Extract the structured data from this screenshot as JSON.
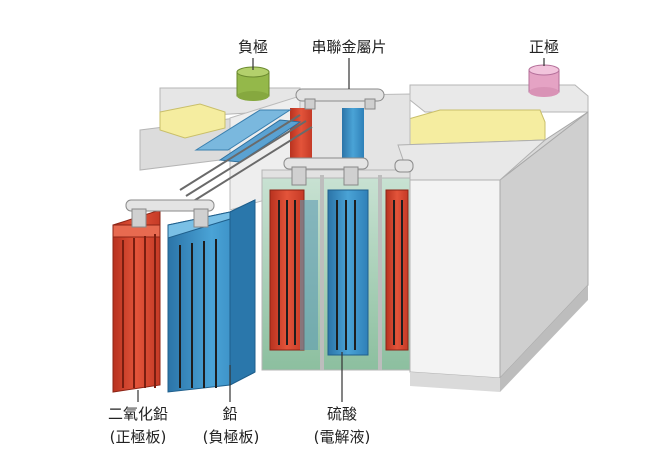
{
  "labels": {
    "negative_terminal": "負極",
    "series_connector": "串聯金屬片",
    "positive_terminal": "正極",
    "lead_dioxide": "二氧化鉛",
    "positive_plate": "(正極板)",
    "lead": "鉛",
    "negative_plate": "(負極板)",
    "sulfuric_acid": "硫酸",
    "electrolyte": "(電解液)"
  },
  "colors": {
    "negative_terminal": "#94b84a",
    "positive_terminal": "#e5a3c4",
    "positive_plate": "#d9432b",
    "negative_plate": "#3a92c9",
    "electrolyte": "#8fc1a3",
    "casing": "#d6d6d6",
    "label_pad": "#f5eda0"
  }
}
